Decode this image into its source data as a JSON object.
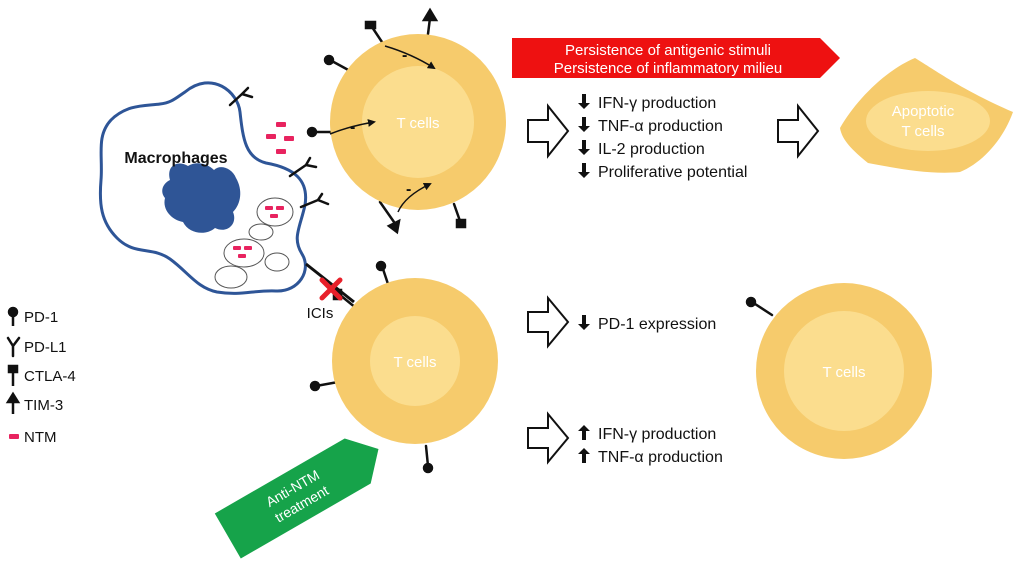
{
  "colors": {
    "cell_outer": "#F6CB6C",
    "cell_inner": "#FBDD8E",
    "macrophage_stroke": "#2E5597",
    "nucleus": "#2F5596",
    "ntm": "#E8235F",
    "banner_red": "#EE1111",
    "banner_green": "#16A34A",
    "ici_cross": "#E8202A"
  },
  "cells": {
    "top": "T cells",
    "bottom": "T cells",
    "right": "T cells",
    "apoptotic_line1": "Apoptotic",
    "apoptotic_line2": "T cells"
  },
  "macrophage_label": "Macrophages",
  "icis_label": "ICIs",
  "red_banner": {
    "line1": "Persistence of antigenic stimuli",
    "line2": "Persistence of inflammatory milieu"
  },
  "green_banner": {
    "line1": "Anti-NTM",
    "line2": "treatment"
  },
  "top_effects": [
    "IFN-γ production",
    "TNF-α production",
    "IL-2 production",
    "Proliferative potential"
  ],
  "mid_effects": [
    "PD-1 expression"
  ],
  "bottom_effects": [
    "IFN-γ production",
    "TNF-α production"
  ],
  "legend": [
    {
      "icon": "pd1-icon",
      "label": "PD-1"
    },
    {
      "icon": "pdl1-icon",
      "label": "PD-L1"
    },
    {
      "icon": "ctla4-icon",
      "label": "CTLA-4"
    },
    {
      "icon": "tim3-icon",
      "label": "TIM-3"
    },
    {
      "icon": "ntm-icon",
      "label": "NTM"
    }
  ],
  "minus_sign": "-"
}
